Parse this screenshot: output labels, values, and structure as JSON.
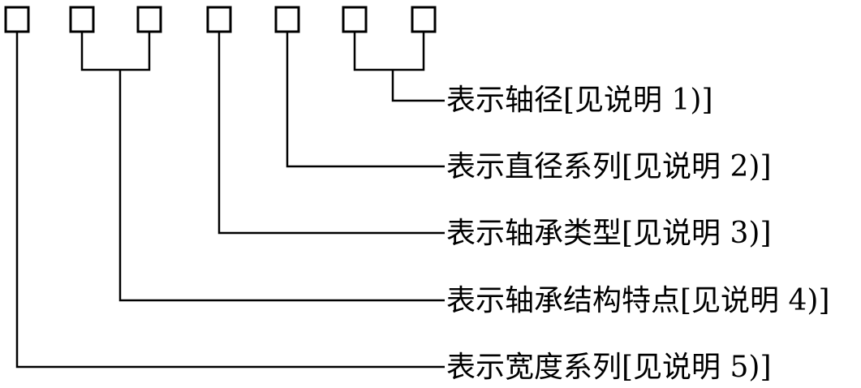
{
  "boxes": [
    "",
    "",
    "",
    "",
    "",
    "",
    ""
  ],
  "labels": [
    {
      "text": "表示轴径[见说明 1)]"
    },
    {
      "text": "表示直径系列[见说明 2)]"
    },
    {
      "text": "表示轴承类型[见说明 3)]"
    },
    {
      "text": "表示轴承结构特点[见说明 4)]"
    },
    {
      "text": "表示宽度系列[见说明 5)]"
    }
  ],
  "colors": {
    "line": "#000000",
    "box_fill": "#ffffff"
  }
}
